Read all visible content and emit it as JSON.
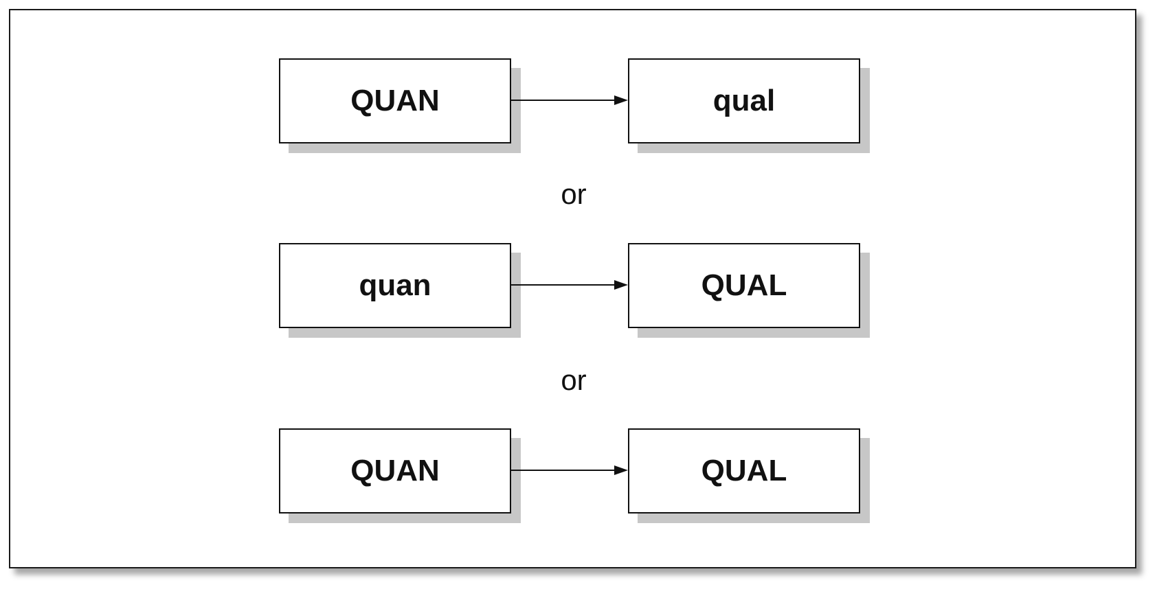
{
  "rows": [
    {
      "left_label": "QUAN",
      "right_label": "qual"
    },
    {
      "left_label": "quan",
      "right_label": "QUAL"
    },
    {
      "left_label": "QUAN",
      "right_label": "QUAL"
    }
  ],
  "separators": [
    "or",
    "or"
  ]
}
